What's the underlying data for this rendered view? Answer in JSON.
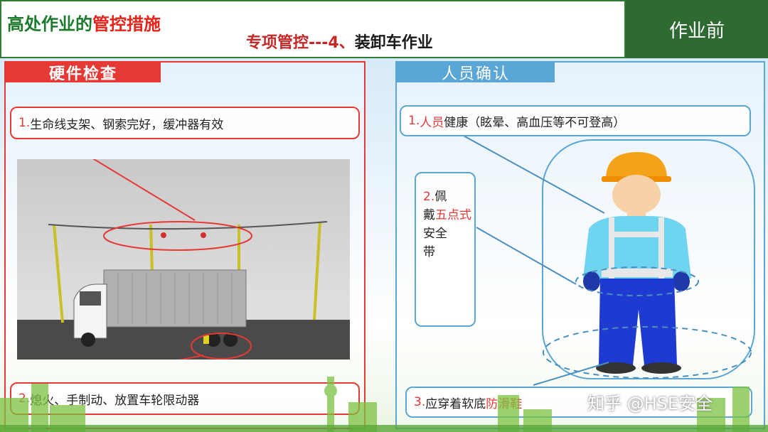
{
  "header": {
    "title_main": "高处作业的",
    "title_highlight": "管控措施",
    "subtitle_prefix": "专项管控---4、",
    "subtitle_rest": "装卸车作业",
    "stage_label": "作业前"
  },
  "left_panel": {
    "tab_label": "硬件检查",
    "item1_num": "1.",
    "item1_text": "生命线支架、钢索完好，缓冲器有效",
    "item2_num": "2.",
    "item2_text": "熄火、手制动、放置车轮限动器"
  },
  "right_panel": {
    "tab_label": "人员确认",
    "item1_num": "1.",
    "item1_red": "人员",
    "item1_text": "健康（眩晕、高血压等不可登高）",
    "item2_num": "2.",
    "item2_a": "佩",
    "item2_b": "戴",
    "item2_red": "五点式",
    "item2_c": "安全",
    "item2_d": "带",
    "item3_num": "3.",
    "item3_text": "应穿着软底",
    "item3_red": "防滑鞋"
  },
  "watermark": "知乎 @HSE安全"
}
